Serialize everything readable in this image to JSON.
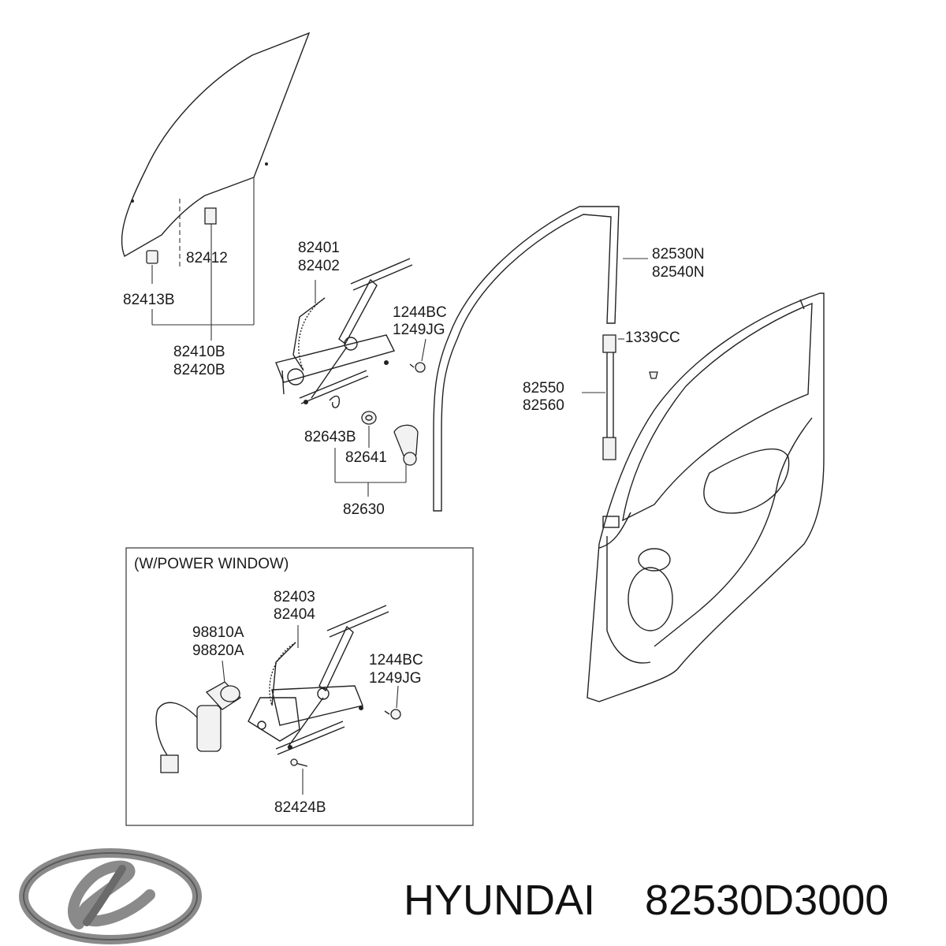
{
  "diagram": {
    "labels": {
      "p82412": "82412",
      "p82413B": "82413B",
      "p82410B": "82410B",
      "p82420B": "82420B",
      "p82401": "82401",
      "p82402": "82402",
      "p1244BC_a": "1244BC",
      "p1249JG_a": "1249JG",
      "p82643B": "82643B",
      "p82641": "82641",
      "p82630": "82630",
      "p82530N": "82530N",
      "p82540N": "82540N",
      "p1339CC": "1339CC",
      "p82550": "82550",
      "p82560": "82560",
      "p82403": "82403",
      "p82404": "82404",
      "p98810A": "98810A",
      "p98820A": "98820A",
      "p1244BC_b": "1244BC",
      "p1249JG_b": "1249JG",
      "p82424B": "82424B"
    },
    "inset_title": "(W/POWER WINDOW)"
  },
  "footer": {
    "brand": "HYUNDAI",
    "part_number": "82530D3000",
    "logo_icon": "hyundai-logo-icon"
  }
}
